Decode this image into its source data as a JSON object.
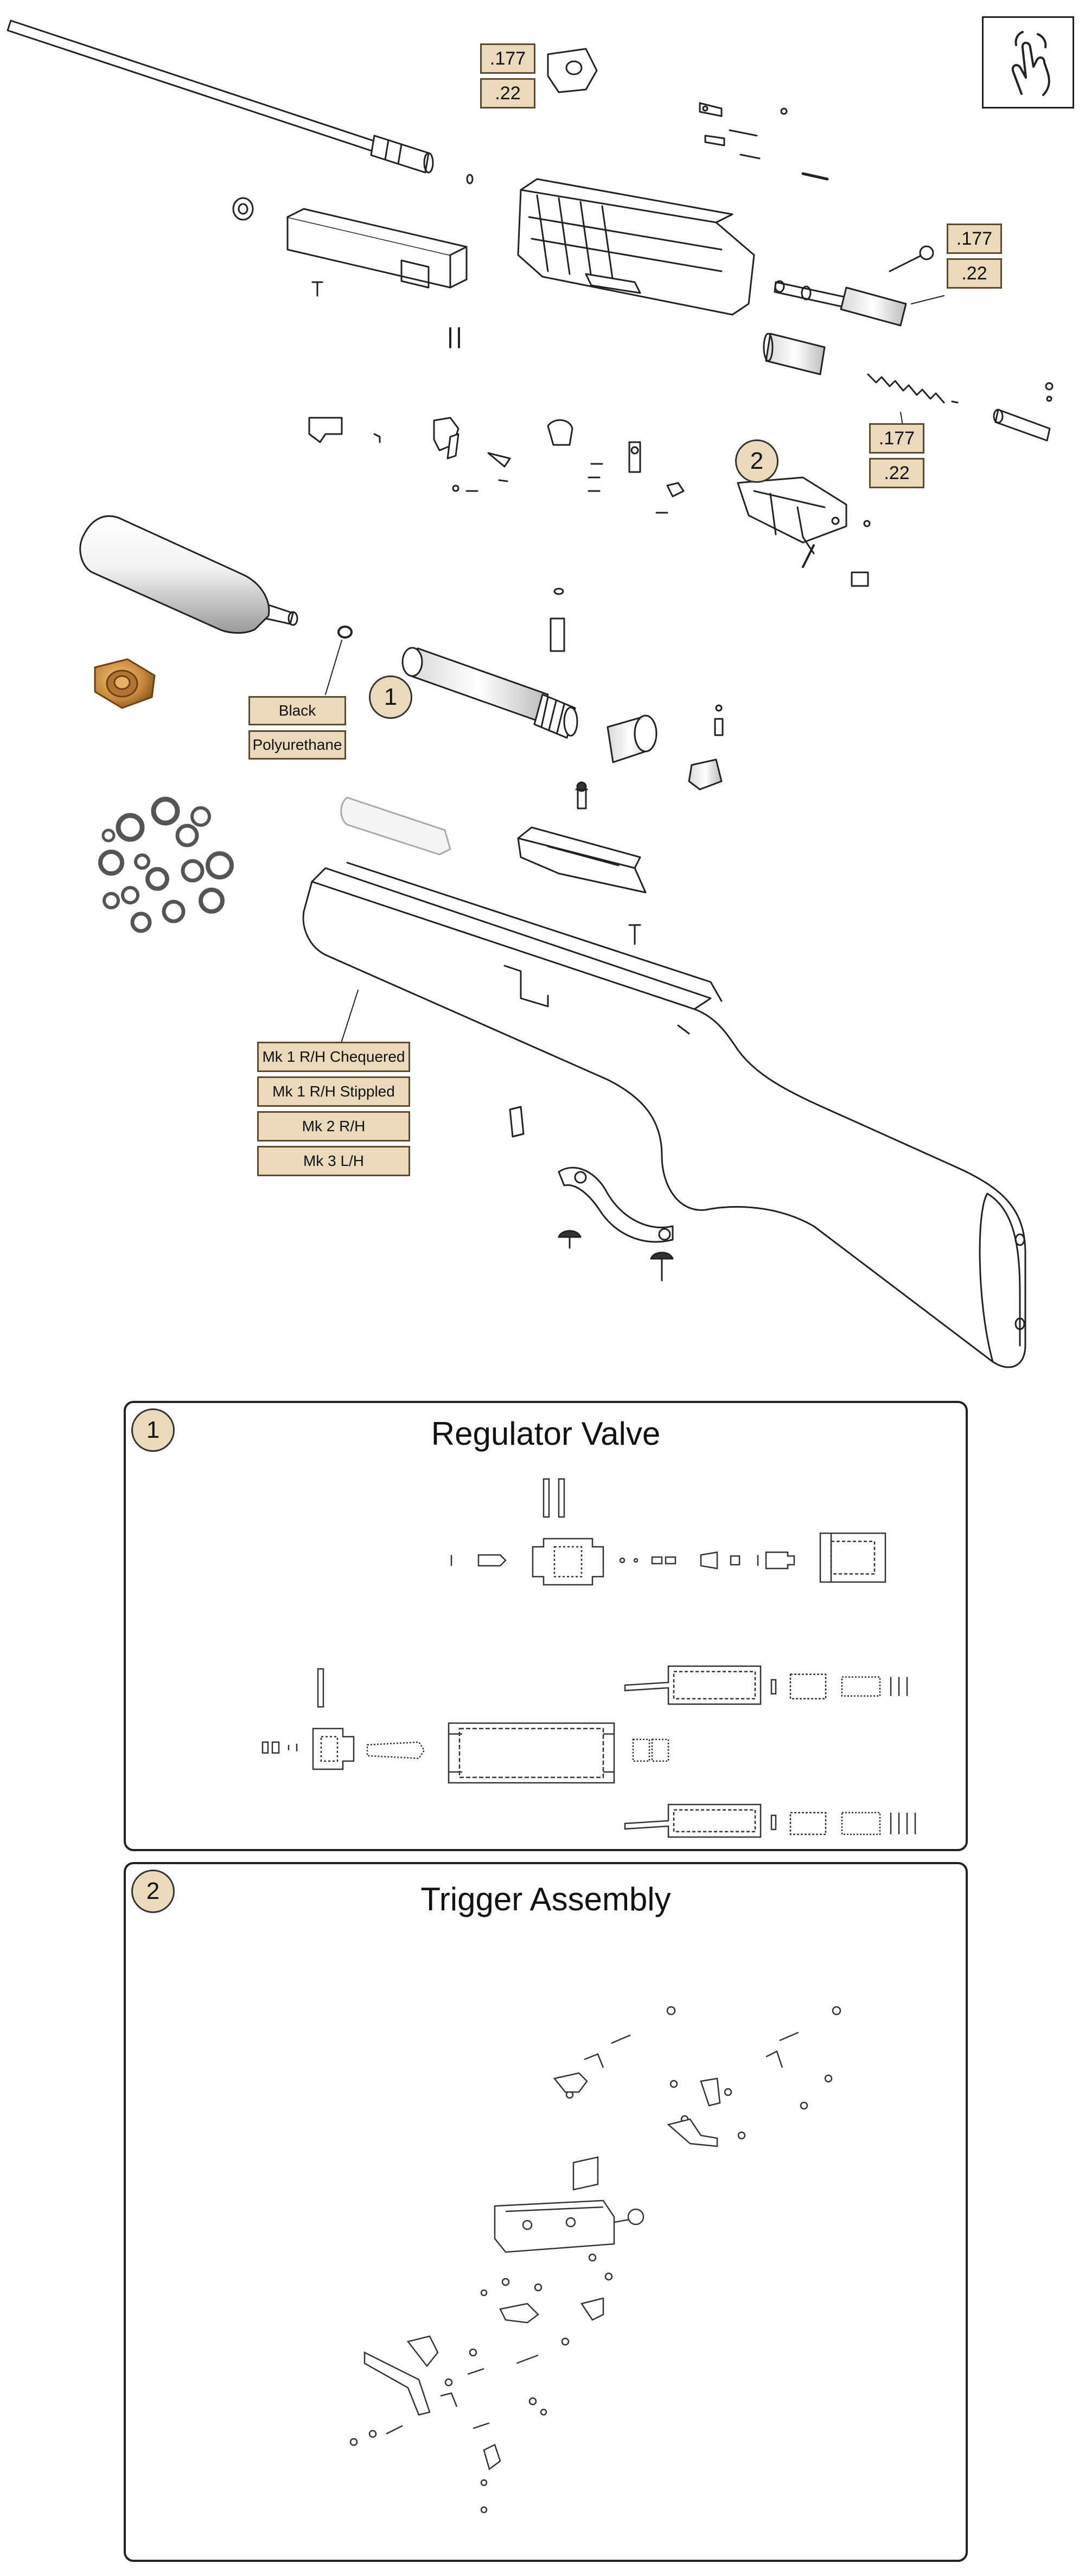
{
  "overview": {
    "calibre_labels_top": [
      ".177",
      ".22"
    ],
    "calibre_labels_probe": [
      ".177",
      ".22"
    ],
    "calibre_labels_spring": [
      ".177",
      ".22"
    ],
    "seal_labels": [
      "Black",
      "Polyurethane"
    ],
    "stock_labels": [
      "Mk 1 R/H Chequered",
      "Mk 1 R/H Stippled",
      "Mk 2 R/H",
      "Mk 3 L/H"
    ],
    "callout_regulator": "1",
    "callout_trigger": "2"
  },
  "panels": {
    "regulator": {
      "number": "1",
      "title": "Regulator Valve"
    },
    "trigger": {
      "number": "2",
      "title": "Trigger Assembly"
    }
  },
  "icons": {
    "gesture": "pinch-zoom-icon"
  },
  "colors": {
    "label_fill": "#ead9bb",
    "label_border": "#5a4a30",
    "brass": "#c8893a",
    "line": "#222222"
  }
}
